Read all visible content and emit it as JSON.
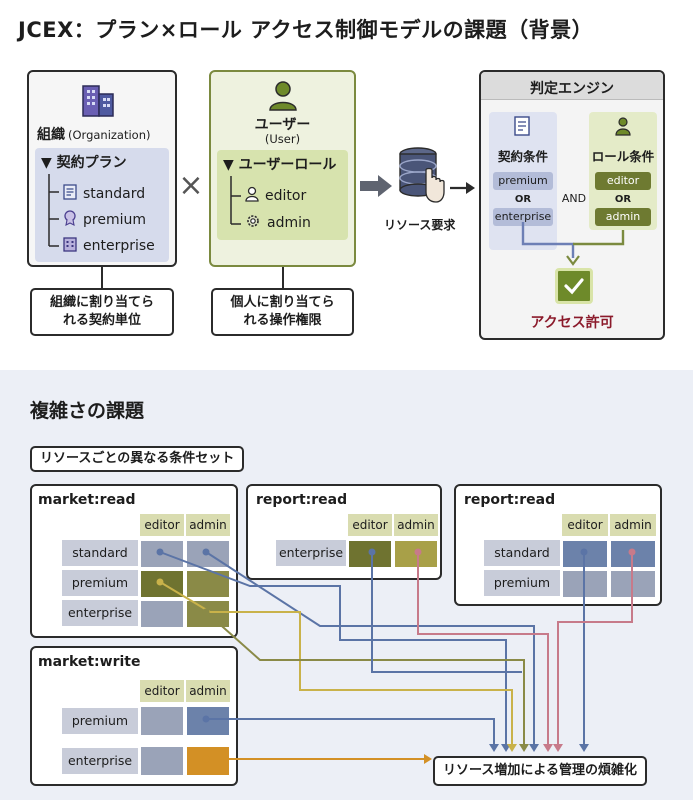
{
  "title": "JCEX：プラン×ロール アクセス制御モデルの課題（背景）",
  "organization": {
    "heading": "組織",
    "heading_sub": "(Organization)",
    "group_label": "契約プラン",
    "items": [
      "standard",
      "premium",
      "enterprise"
    ],
    "note_line1": "組織に割り当てら",
    "note_line2": "れる契約単位"
  },
  "times_symbol": "×",
  "user": {
    "heading": "ユーザー",
    "heading_sub": "(User)",
    "group_label": "ユーザーロール",
    "items": [
      "editor",
      "admin"
    ],
    "note_line1": "個人に割り当てら",
    "note_line2": "れる操作権限"
  },
  "resource_request_label": "リソース要求",
  "engine": {
    "title": "判定エンジン",
    "contract_label": "契約条件",
    "contract_values": [
      "premium",
      "enterprise"
    ],
    "role_label": "ロール条件",
    "role_values": [
      "editor",
      "admin"
    ],
    "or_label": "OR",
    "and_label": "AND",
    "result_label": "アクセス許可"
  },
  "complexity": {
    "heading": "複雑さの課題",
    "subheading": "リソースごとの異なる条件セット",
    "result_label": "リソース増加による管理の煩雑化",
    "resources": [
      {
        "name": "market:read",
        "columns": [
          "editor",
          "admin"
        ],
        "rows": [
          "standard",
          "premium",
          "enterprise"
        ]
      },
      {
        "name": "report:read",
        "columns": [
          "editor",
          "admin"
        ],
        "rows": [
          "enterprise"
        ]
      },
      {
        "name": "report:read",
        "columns": [
          "editor",
          "admin"
        ],
        "rows": [
          "standard",
          "premium"
        ]
      },
      {
        "name": "market:write",
        "columns": [
          "editor",
          "admin"
        ],
        "rows": [
          "premium",
          "enterprise"
        ]
      }
    ]
  },
  "colors": {
    "blue_line": "#5b74a6",
    "olive_line": "#7b8a3f",
    "gold_line": "#c9b24a",
    "pink_line": "#c77a8a",
    "orange_line": "#d39025",
    "green_accent": "#6e8a2a",
    "result_red": "#8b1a2b"
  },
  "icons": {
    "building": "building-icon",
    "person": "person-icon",
    "document": "document-icon",
    "award": "award-icon",
    "office": "office-icon",
    "gear": "gear-icon",
    "server": "server-hand-icon",
    "check": "check-icon"
  }
}
